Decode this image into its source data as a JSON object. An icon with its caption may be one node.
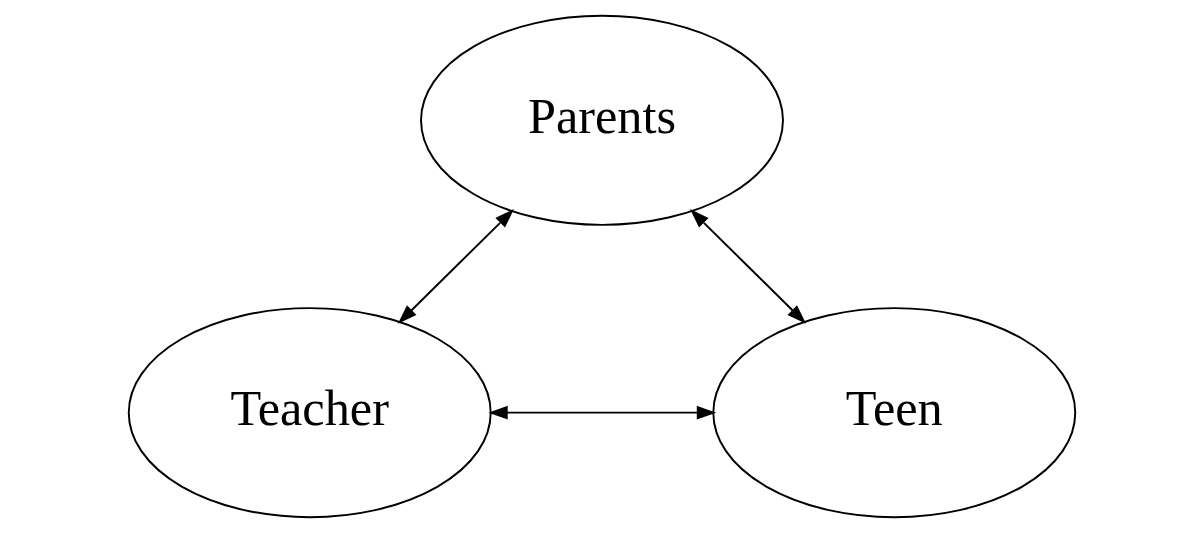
{
  "diagram": {
    "nodes": [
      {
        "text": [
          "Parents"
        ]
      },
      {
        "text": [
          "Teacher"
        ]
      },
      {
        "text": [
          "Teen"
        ]
      }
    ],
    "edges": [
      {
        "from": 0,
        "to": 1,
        "arrow": "both"
      },
      {
        "from": 0,
        "to": 2,
        "arrow": "both"
      },
      {
        "from": 1,
        "to": 2,
        "arrow": "both"
      }
    ]
  }
}
